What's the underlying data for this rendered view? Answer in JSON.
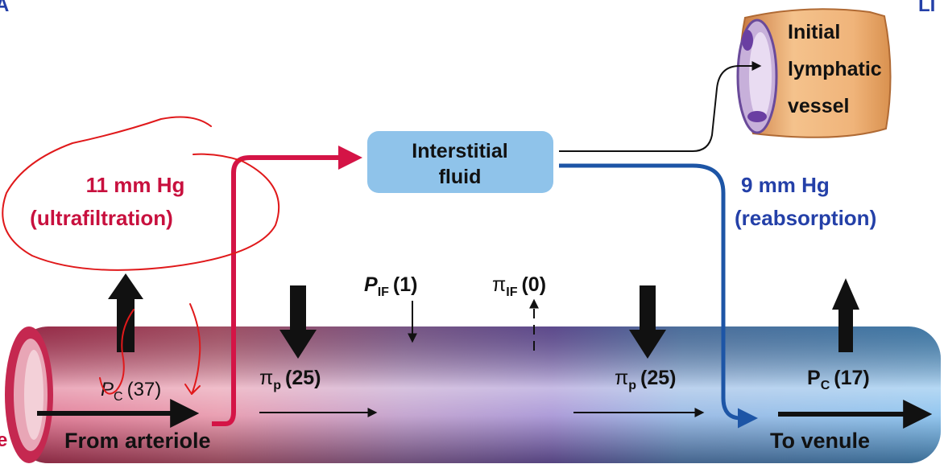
{
  "corner_labels": {
    "top_left": "A",
    "top_right": "LI",
    "left_edge": "e"
  },
  "colors": {
    "arterial": "#d41446",
    "venous": "#1d55a6",
    "label_red": "#c8103e",
    "label_blue": "#2440a8",
    "interstitial_box": "#8fc3ea",
    "annotation": "#e0191b",
    "lymph_vessel": "#f0c08c"
  },
  "interstitial": {
    "line1": "Interstitial",
    "line2": "fluid"
  },
  "lymphatic": {
    "line1": "Initial",
    "line2": "lymphatic",
    "line3": "vessel"
  },
  "filtration": {
    "value": "11 mm Hg",
    "label": "(ultrafiltration)"
  },
  "reabsorption": {
    "value": "9 mm Hg",
    "label": "(reabsorption)"
  },
  "forces": {
    "pif_symbol": "P",
    "pif_sub": "IF",
    "pif_value": "(1)",
    "piif_symbol": "π",
    "piif_sub": "IF",
    "piif_value": "(0)",
    "pc_art_symbol": "P",
    "pc_art_sub": "C",
    "pc_art_value": "(37)",
    "pip_art_symbol": "π",
    "pip_art_sub": "p",
    "pip_art_value": "(25)",
    "pip_ven_symbol": "π",
    "pip_ven_sub": "p",
    "pip_ven_value": "(25)",
    "pc_ven_symbol": "P",
    "pc_ven_sub": "C",
    "pc_ven_value": "(17)"
  },
  "vessel_labels": {
    "from": "From arteriole",
    "to": "To venule"
  }
}
